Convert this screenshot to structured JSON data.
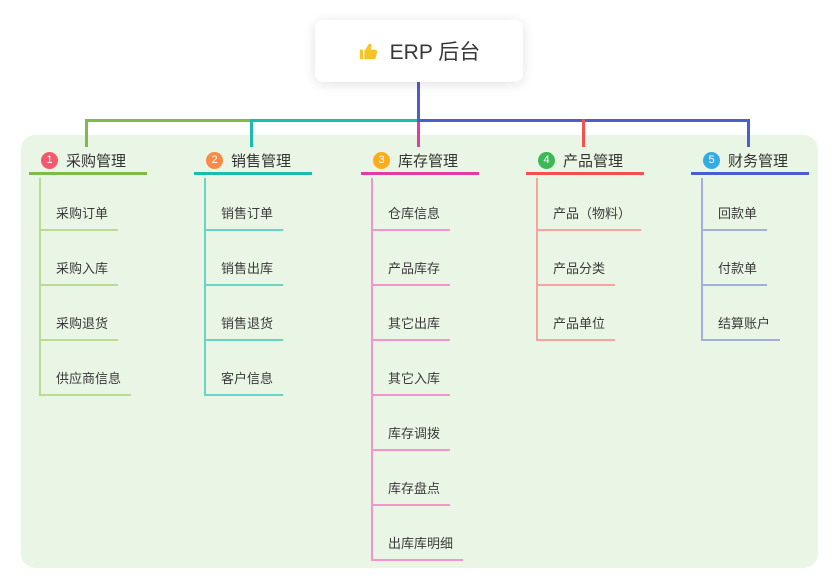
{
  "root": {
    "title": "ERP 后台",
    "icon": "thumbs-up-icon",
    "icon_color": "#f7c325"
  },
  "connector_color": "#4a5ecf",
  "panel_bg": "#eaf6e5",
  "branches": [
    {
      "index": "1",
      "label": "采购管理",
      "badge_color": "#f5576c",
      "line_color": "#7fbb49",
      "child_line_color": "#b9dc94",
      "children": [
        "采购订单",
        "采购入库",
        "采购退货",
        "供应商信息"
      ]
    },
    {
      "index": "2",
      "label": "销售管理",
      "badge_color": "#fa8a45",
      "line_color": "#1bbcab",
      "child_line_color": "#68d4c6",
      "children": [
        "销售订单",
        "销售出库",
        "销售退货",
        "客户信息"
      ]
    },
    {
      "index": "3",
      "label": "库存管理",
      "badge_color": "#fbae1b",
      "line_color": "#e23ca0",
      "child_line_color": "#f295cd",
      "children": [
        "仓库信息",
        "产品库存",
        "其它出库",
        "其它入库",
        "库存调拨",
        "库存盘点",
        "出库库明细"
      ]
    },
    {
      "index": "4",
      "label": "产品管理",
      "badge_color": "#3bb857",
      "line_color": "#f2514e",
      "child_line_color": "#f9a39e",
      "children": [
        "产品（物料）",
        "产品分类",
        "产品单位"
      ]
    },
    {
      "index": "5",
      "label": "财务管理",
      "badge_color": "#33ace2",
      "line_color": "#4a5ecf",
      "child_line_color": "#a2aede",
      "children": [
        "回款单",
        "付款单",
        "结算账户"
      ]
    }
  ]
}
